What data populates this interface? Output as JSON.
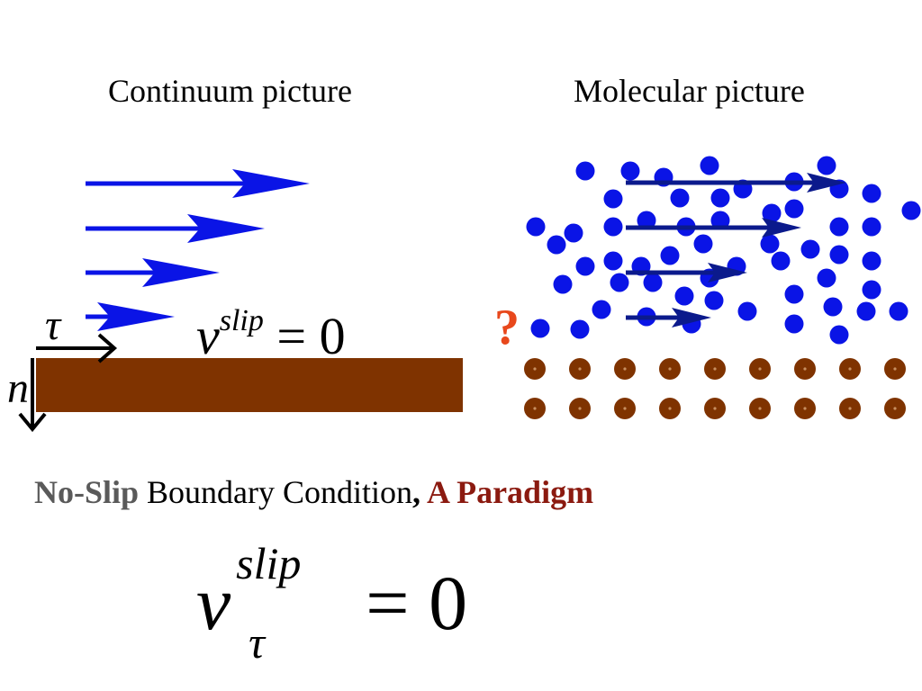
{
  "headings": {
    "left": "Continuum picture",
    "right": "Molecular picture"
  },
  "continuum": {
    "tau_symbol": "τ",
    "n_symbol": "n",
    "eq_v": "v",
    "eq_sup": "slip",
    "eq_rest": "= 0",
    "arrow_color": "#0a14e6",
    "wall_color": "#7f3300"
  },
  "molecular": {
    "question_mark": "?",
    "fluid_color": "#0a14e6",
    "wall_atom_color": "#7f3300",
    "arrow_color": "#0b1a8c"
  },
  "caption": {
    "part1": "No-Slip",
    "part2": " Boundary Condition",
    "part3": ",",
    "part4": " A Paradigm"
  },
  "main_equation": {
    "v": "v",
    "sup": "slip",
    "sub": "τ",
    "rest": "= 0"
  }
}
